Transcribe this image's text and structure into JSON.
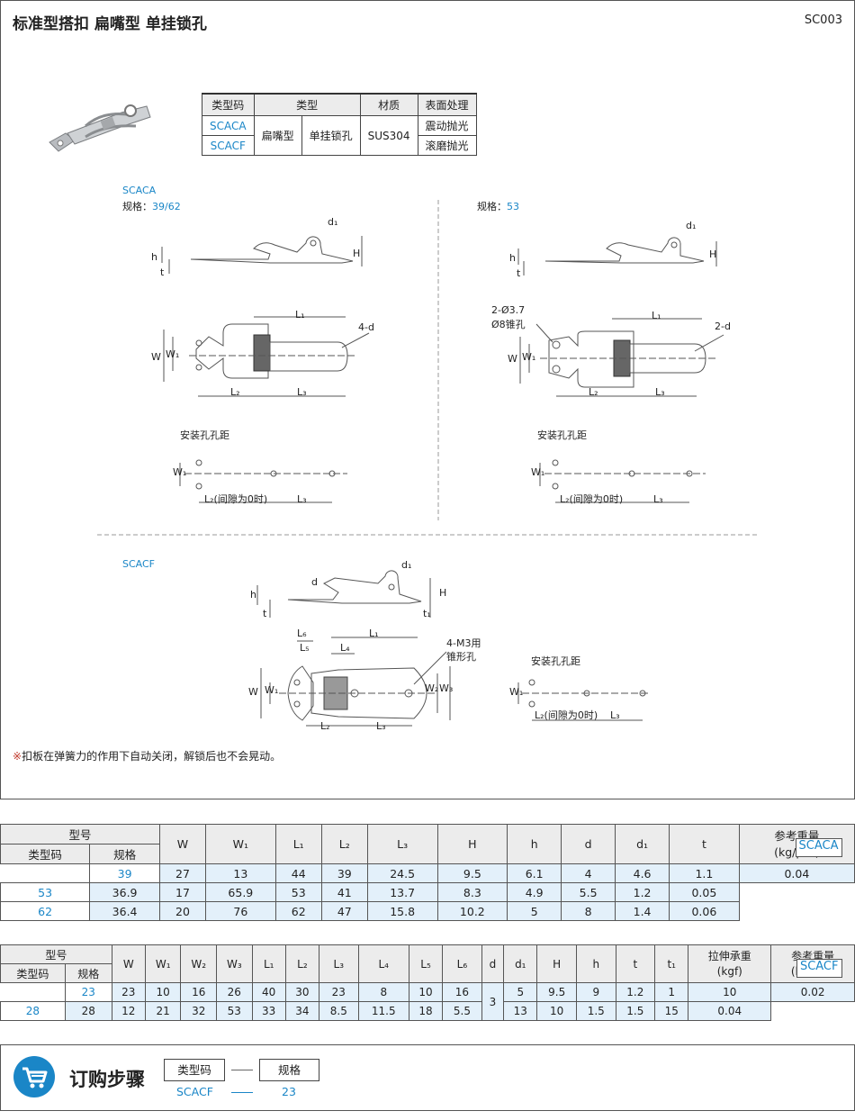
{
  "header": {
    "title": "标准型搭扣  扁嘴型  单挂锁孔",
    "code": "SC003"
  },
  "type_table": {
    "headers": [
      "类型码",
      "类型",
      "材质",
      "表面处理"
    ],
    "rows": [
      {
        "code": "SCACA",
        "finish": "震动抛光"
      },
      {
        "code": "SCACF",
        "finish": "滚磨抛光"
      }
    ],
    "type1": "扁嘴型",
    "type2": "单挂锁孔",
    "material": "SUS304"
  },
  "drawings": {
    "scaca": {
      "label": "SCACA",
      "spec_label_a": "规格：",
      "spec_value_a": "39/62",
      "spec_label_b": "规格：",
      "spec_value_b": "53",
      "mount_a": "安装孔孔距",
      "mount_b": "安装孔孔距",
      "hole_note_1": "2-Ø3.7",
      "hole_note_2": "Ø8锥孔",
      "hole_4d": "4-d",
      "hole_2d": "2-d",
      "gap_note_a": "L₂(间隙为0时)",
      "gap_note_b": "L₂(间隙为0时)"
    },
    "scacf": {
      "label": "SCACF",
      "m3_note_1": "4-M3用",
      "m3_note_2": "锥形孔",
      "mount": "安装孔孔距",
      "gap_note": "L₂(间隙为0时)"
    },
    "dims": {
      "d1": "d₁",
      "h": "h",
      "t": "t",
      "H": "H",
      "t1": "t₁",
      "d": "d",
      "L1": "L₁",
      "L2": "L₂",
      "L3": "L₃",
      "L4": "L₄",
      "L5": "L₅",
      "L6": "L₆",
      "W": "W",
      "W1": "W₁",
      "W2": "W₂",
      "W3": "W₃"
    }
  },
  "note": {
    "mark": "※",
    "text": "扣板在弹簧力的作用下自动关闭，解锁后也不会晃动。"
  },
  "table_scaca": {
    "group_label": "型号",
    "sub_headers": [
      "类型码",
      "规格"
    ],
    "columns": [
      "W",
      "W₁",
      "L₁",
      "L₂",
      "L₃",
      "H",
      "h",
      "d",
      "d₁",
      "t"
    ],
    "weight_header": "参考重量\n(kg/pcs)",
    "code": "SCACA",
    "rows": [
      {
        "size": "39",
        "values": [
          "27",
          "13",
          "44",
          "39",
          "24.5",
          "9.5",
          "6.1",
          "4",
          "4.6",
          "1.1"
        ],
        "weight": "0.04"
      },
      {
        "size": "53",
        "values": [
          "36.9",
          "17",
          "65.9",
          "53",
          "41",
          "13.7",
          "8.3",
          "4.9",
          "5.5",
          "1.2"
        ],
        "weight": "0.05"
      },
      {
        "size": "62",
        "values": [
          "36.4",
          "20",
          "76",
          "62",
          "47",
          "15.8",
          "10.2",
          "5",
          "8",
          "1.4"
        ],
        "weight": "0.06"
      }
    ]
  },
  "table_scacf": {
    "group_label": "型号",
    "sub_headers": [
      "类型码",
      "规格"
    ],
    "columns": [
      "W",
      "W₁",
      "W₂",
      "W₃",
      "L₁",
      "L₂",
      "L₃",
      "L₄",
      "L₅",
      "L₆",
      "d",
      "d₁",
      "H",
      "h",
      "t",
      "t₁"
    ],
    "load_header": "拉伸承重\n(kgf)",
    "weight_header": "参考重量\n(kg/pcs)",
    "code": "SCACF",
    "d_shared": "3",
    "rows": [
      {
        "size": "23",
        "values": [
          "23",
          "10",
          "16",
          "26",
          "40",
          "30",
          "23",
          "8",
          "10",
          "16"
        ],
        "values2": [
          "5",
          "9.5",
          "9",
          "1.2",
          "1"
        ],
        "load": "10",
        "weight": "0.02"
      },
      {
        "size": "28",
        "values": [
          "28",
          "12",
          "21",
          "32",
          "53",
          "33",
          "34",
          "8.5",
          "11.5",
          "18"
        ],
        "values2": [
          "5.5",
          "13",
          "10",
          "1.5",
          "1.5"
        ],
        "load": "15",
        "weight": "0.04"
      }
    ]
  },
  "order": {
    "title": "订购步骤",
    "box1": "类型码",
    "box2": "规格",
    "example_code": "SCACF",
    "example_size": "23",
    "cart_icon": "shopping-cart-icon"
  }
}
